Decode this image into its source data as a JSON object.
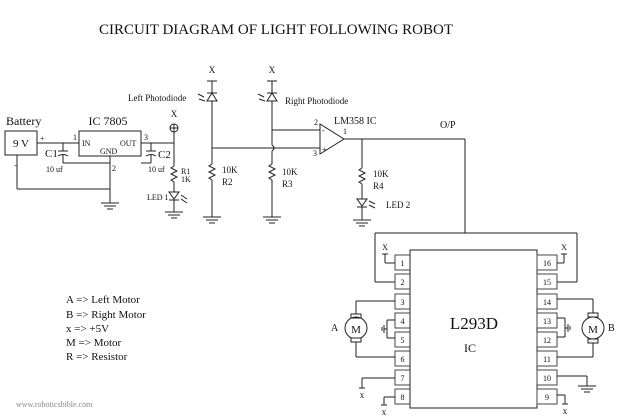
{
  "title": "CIRCUIT DIAGRAM OF LIGHT FOLLOWING ROBOT",
  "power": {
    "battery_label": "Battery",
    "battery_value": "9 V",
    "battery_plus": "+",
    "battery_minus": "-",
    "regulator_label": "IC 7805",
    "reg_in": "IN",
    "reg_out": "OUT",
    "reg_gnd": "GND",
    "pin1": "1",
    "pin2": "2",
    "pin3": "3",
    "c1_label": "C1",
    "c1_value": "10 uf",
    "c2_label": "C2",
    "c2_value": "10 uf",
    "x_label": "X",
    "r1_label": "R1",
    "r1_value": "1K",
    "led1_label": "LED 1"
  },
  "sensors": {
    "left_label": "Left Photodiode",
    "right_label": "Right Photodiode",
    "x_label": "X",
    "r2_value": "10K",
    "r2_label": "R2",
    "r3_value": "10K",
    "r3_label": "R3"
  },
  "comparator": {
    "label": "LM358 IC",
    "pin_inv": "2",
    "pin_noninv": "3",
    "pin_out": "1",
    "minus": "-",
    "plus": "+",
    "output_label": "O/P",
    "r4_value": "10K",
    "r4_label": "R4",
    "led2_label": "LED 2"
  },
  "driver": {
    "name": "L293D",
    "sub": "IC",
    "left_pins": [
      "1",
      "2",
      "3",
      "4",
      "5",
      "6",
      "7",
      "8"
    ],
    "right_pins": [
      "16",
      "15",
      "14",
      "13",
      "12",
      "11",
      "10",
      "9"
    ],
    "x_label": "x",
    "x_top_label": "X",
    "motor_a": "A",
    "motor_b": "B",
    "motor_symbol": "M"
  },
  "legend": [
    "A => Left Motor",
    "B => Right Motor",
    "x => +5V",
    "M => Motor",
    "R => Resistor"
  ],
  "watermark": "www.roboticsbible.com"
}
